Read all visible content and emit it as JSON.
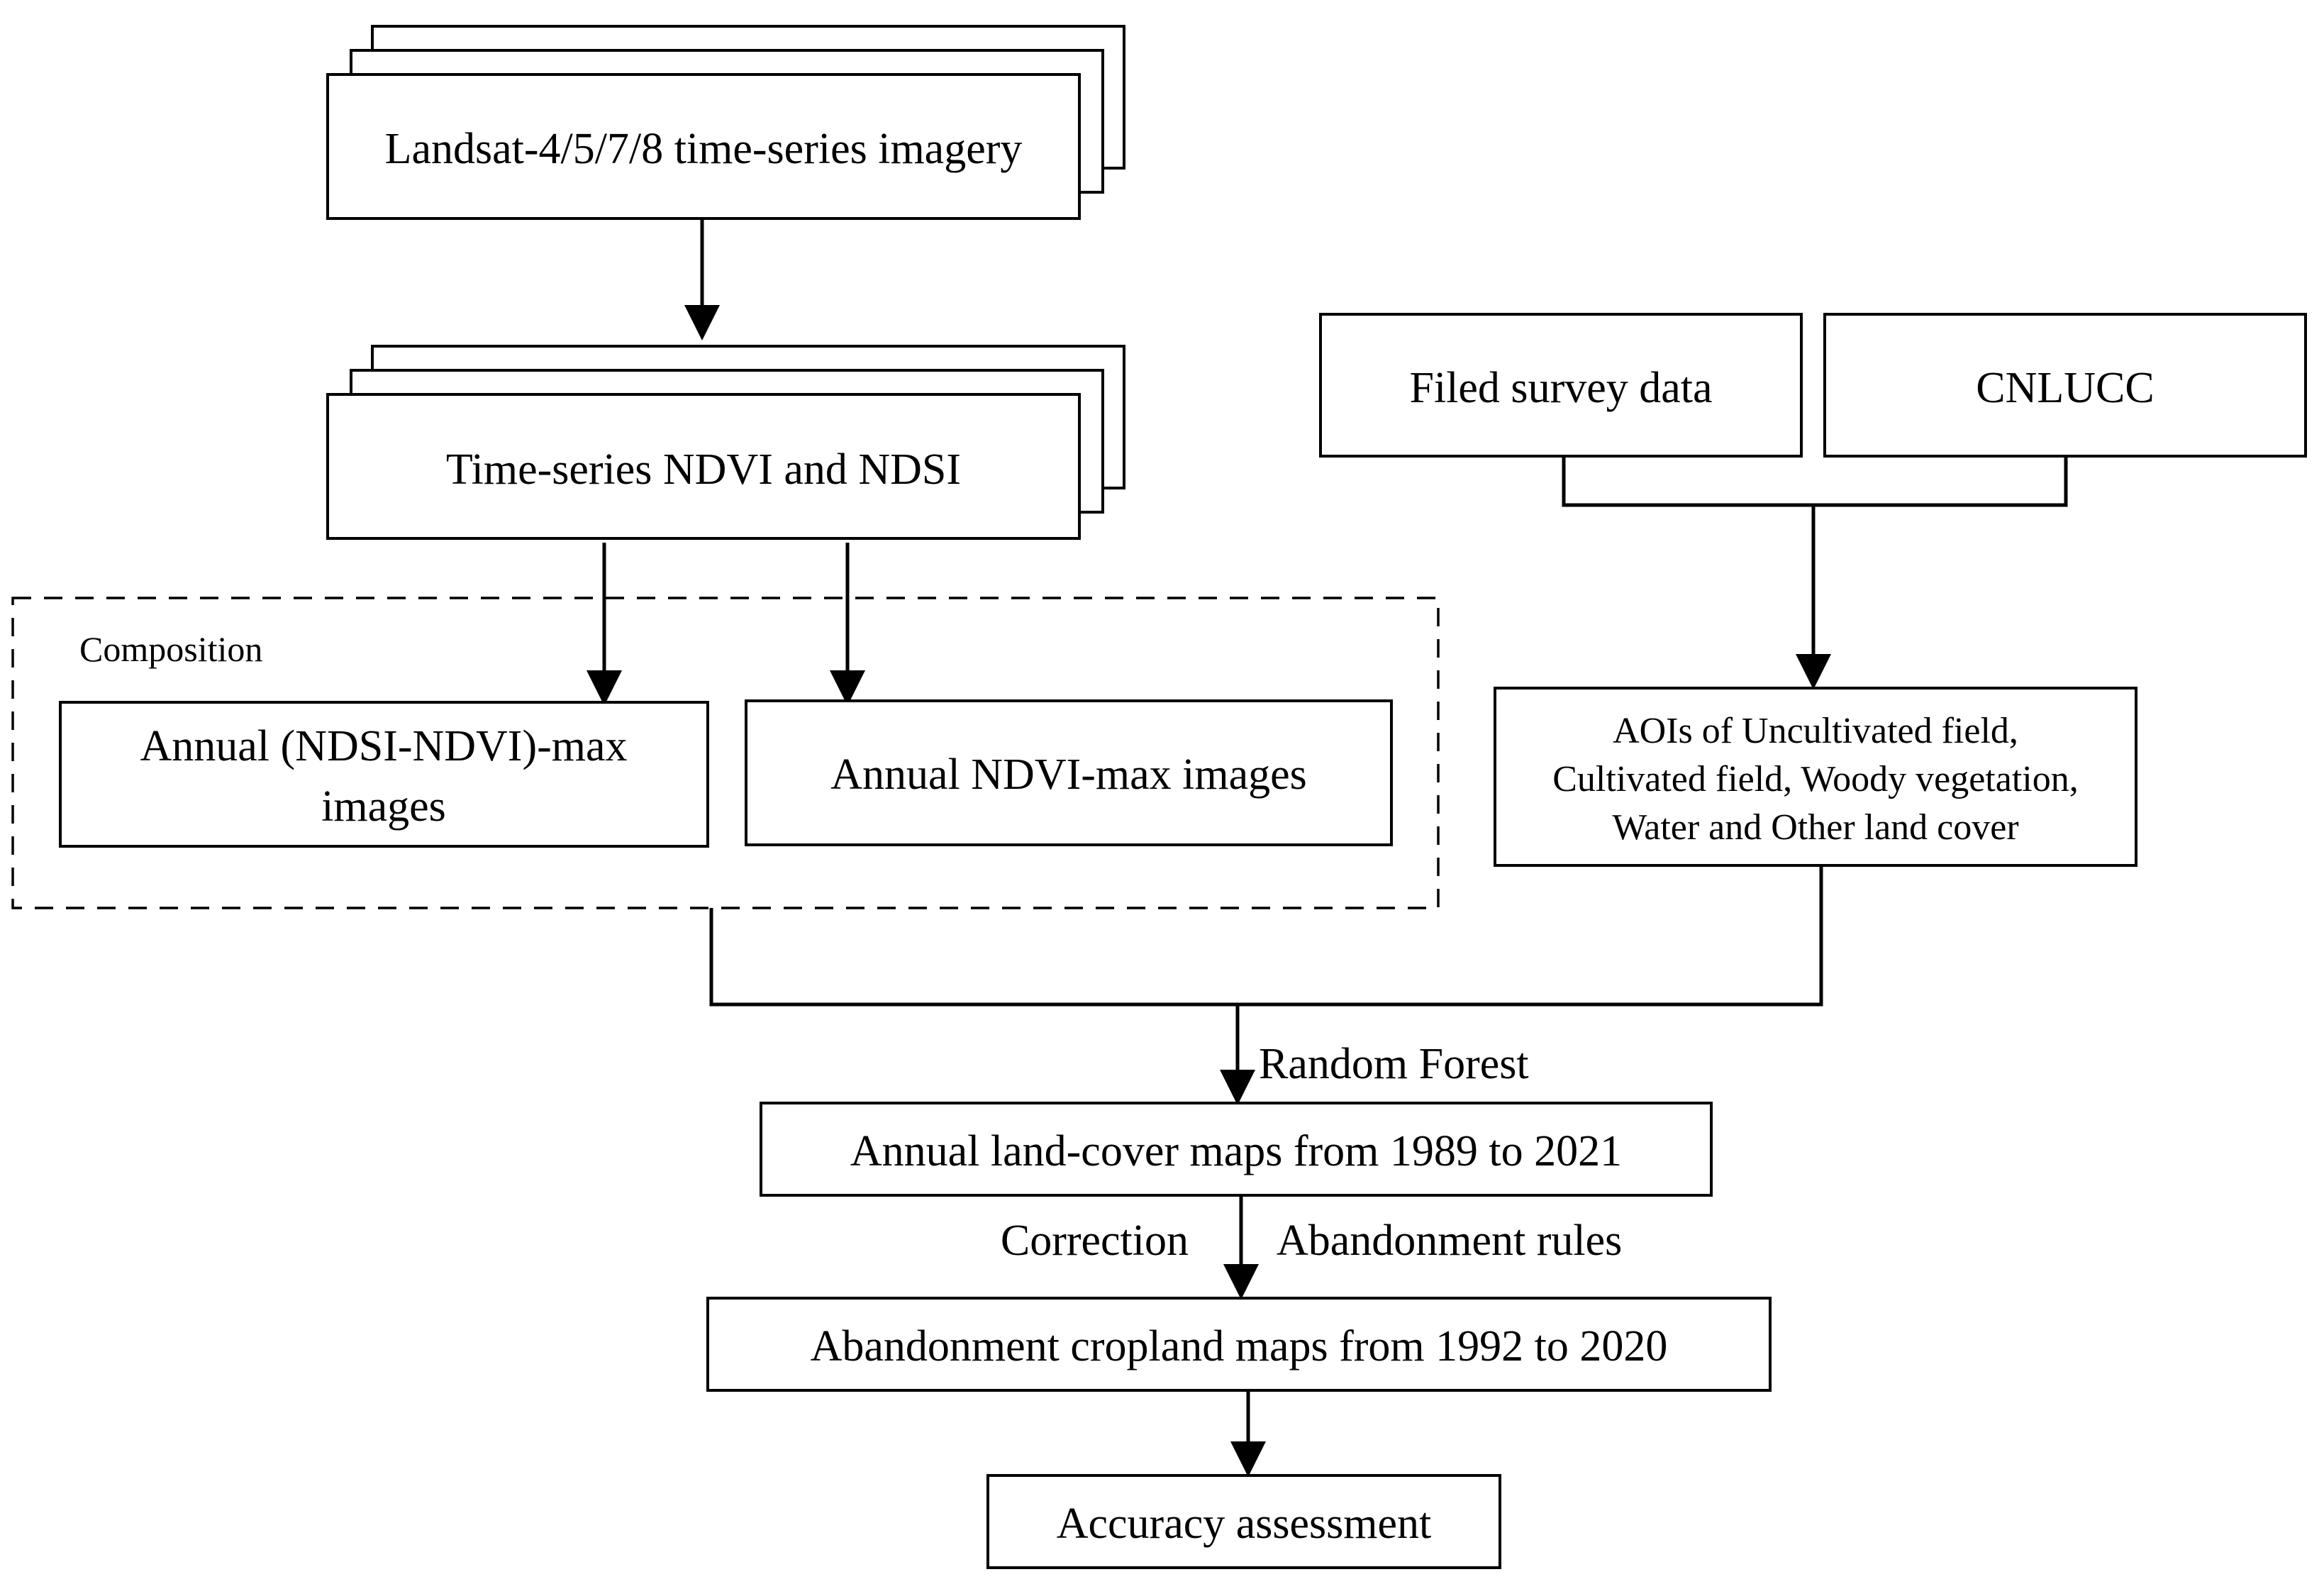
{
  "nodes": {
    "landsat": "Landsat-4/5/7/8 time-series imagery",
    "ndvi_ndsi": "Time-series NDVI and NDSI",
    "composition_label": "Composition",
    "annual_ndsi_ndvi_max_line1": "Annual (NDSI-NDVI)-max",
    "annual_ndsi_ndvi_max_line2": "images",
    "annual_ndvi_max": "Annual NDVI-max images",
    "field_survey": "Filed survey data",
    "cnlucc": "CNLUCC",
    "aois_line1": "AOIs of  Uncultivated field,",
    "aois_line2": "Cultivated field, Woody vegetation,",
    "aois_line3": "Water and Other land cover",
    "land_cover_maps": "Annual land-cover maps from 1989 to 2021",
    "abandonment_maps": "Abandonment cropland maps from 1992 to 2020",
    "accuracy": "Accuracy assessment"
  },
  "edge_labels": {
    "random_forest": "Random Forest",
    "correction": "Correction",
    "abandonment_rules": "Abandonment rules"
  }
}
